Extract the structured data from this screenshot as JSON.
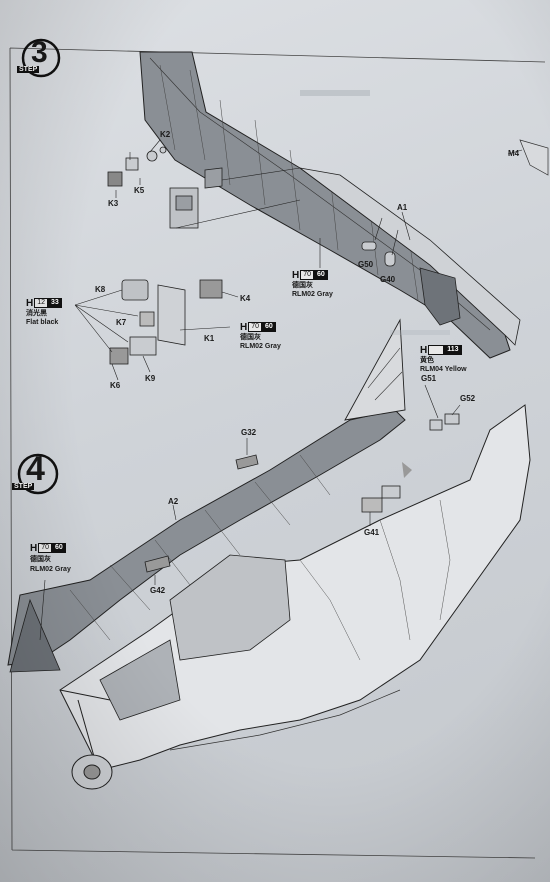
{
  "steps": [
    {
      "number": "3",
      "label": "STEP"
    },
    {
      "number": "4",
      "label": "STEP"
    }
  ],
  "parts": {
    "k2": "K2",
    "k3": "K3",
    "k5": "K5",
    "k8": "K8",
    "k7": "K7",
    "k1": "K1",
    "k4": "K4",
    "k6": "K6",
    "k9": "K9",
    "a1": "A1",
    "a2": "A2",
    "g50": "G50",
    "g40": "G40",
    "g51": "G51",
    "g52": "G52",
    "g32": "G32",
    "g41": "G41",
    "g42": "G42",
    "m4": "M4"
  },
  "paints": {
    "gray_wing": {
      "h": "H",
      "code1": "70",
      "code2": "60",
      "cn": "德国灰",
      "en": "RLM02 Gray"
    },
    "flat_black": {
      "h": "H",
      "code1": "12",
      "code2": "33",
      "cn": "消光黑",
      "en": "Flat black"
    },
    "gray_k1": {
      "h": "H",
      "code1": "70",
      "code2": "60",
      "cn": "德国灰",
      "en": "RLM02 Gray"
    },
    "yellow": {
      "h": "H",
      "code1": "",
      "code2": "113",
      "cn": "黄色",
      "en": "RLM04 Yellow"
    },
    "gray_step4": {
      "h": "H",
      "code1": "70",
      "code2": "60",
      "cn": "德国灰",
      "en": "RLM02 Gray"
    }
  },
  "colors": {
    "ink": "#1a1a1a",
    "paper": "#d6d9dd",
    "wing_fill": "#7d8288"
  }
}
